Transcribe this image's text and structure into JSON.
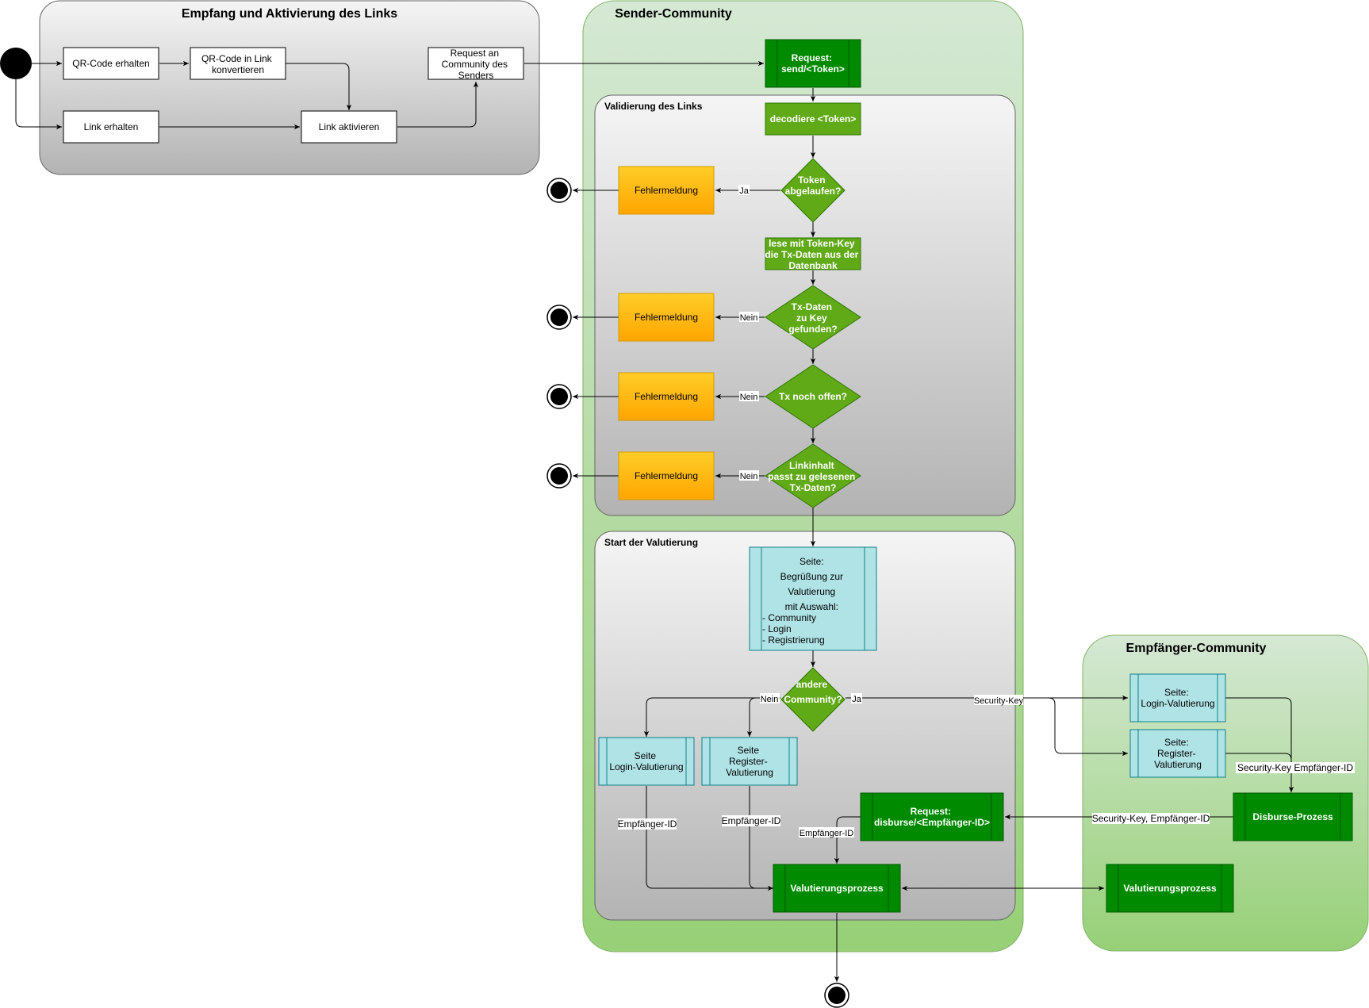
{
  "lanes": {
    "empfang": "Empfang und Aktivierung des Links",
    "sender": "Sender-Community",
    "empfaenger": "Empfänger-Community"
  },
  "groups": {
    "validierung": "Validierung des Links",
    "start": "Start der Valutierung"
  },
  "nodes": {
    "qr_erhalten": "QR-Code erhalten",
    "qr_konvertieren": [
      "QR-Code in Link",
      "konvertieren"
    ],
    "request_community": [
      "Request an",
      "Community des",
      "Senders"
    ],
    "link_erhalten": "Link erhalten",
    "link_aktivieren": "Link aktivieren",
    "request_send": [
      "Request:",
      "send/<Token>"
    ],
    "decodiere": "decodiere <Token>",
    "token_abgelaufen": [
      "Token",
      "abgelaufen?"
    ],
    "lese_tx": [
      "lese mit Token-Key",
      "die Tx-Daten aus der",
      "Datenbank"
    ],
    "tx_gefunden": [
      "Tx-Daten",
      "zu Key",
      "gefunden?"
    ],
    "tx_offen": "Tx noch offen?",
    "linkinhalt": [
      "Linkinhalt",
      "passt zu gelesenen",
      "Tx-Daten?"
    ],
    "fehlermeldung": "Fehlermeldung",
    "seite_begruessung": [
      "Seite:",
      "Begrüßung zur",
      "Valutierung",
      "mit Auswahl:",
      "- Community",
      "- Login",
      "- Registrierung"
    ],
    "andere_community": [
      "andere",
      "Community?"
    ],
    "seite_login_sender": [
      "Seite",
      "Login-Valutierung"
    ],
    "seite_register_sender": [
      "Seite",
      "Register-",
      "Valutierung"
    ],
    "request_disburse": [
      "Request:",
      "disburse/<Empfänger-ID>"
    ],
    "valutierung_sender": "Valutierungsprozess",
    "seite_login_empf": [
      "Seite:",
      "Login-Valutierung"
    ],
    "seite_register_empf": [
      "Seite:",
      "Register-",
      "Valutierung"
    ],
    "disburse_prozess": "Disburse-Prozess",
    "valutierung_empf": "Valutierungsprozess"
  },
  "edge_labels": {
    "ja": "Ja",
    "nein": "Nein",
    "security_key": "Security-Key",
    "empfaenger_id": "Empfänger-ID",
    "security_key_empfaenger_id_short": "Security-Key Empfänger-ID",
    "security_key_empfaenger_id": "Security-Key, Empfänger-ID"
  },
  "colors": {
    "lane_green_top": "#d5e8d4",
    "lane_green_bottom": "#97d077",
    "group_gray_top": "#f5f5f5",
    "group_gray_bottom": "#b3b3b3",
    "process_dark_green": "#008a00",
    "process_green": "#60a917",
    "decision_green": "#60a917",
    "error_orange": "#ffa500",
    "page_cyan": "#b0e3e6",
    "page_cyan_border": "#0e8088"
  }
}
